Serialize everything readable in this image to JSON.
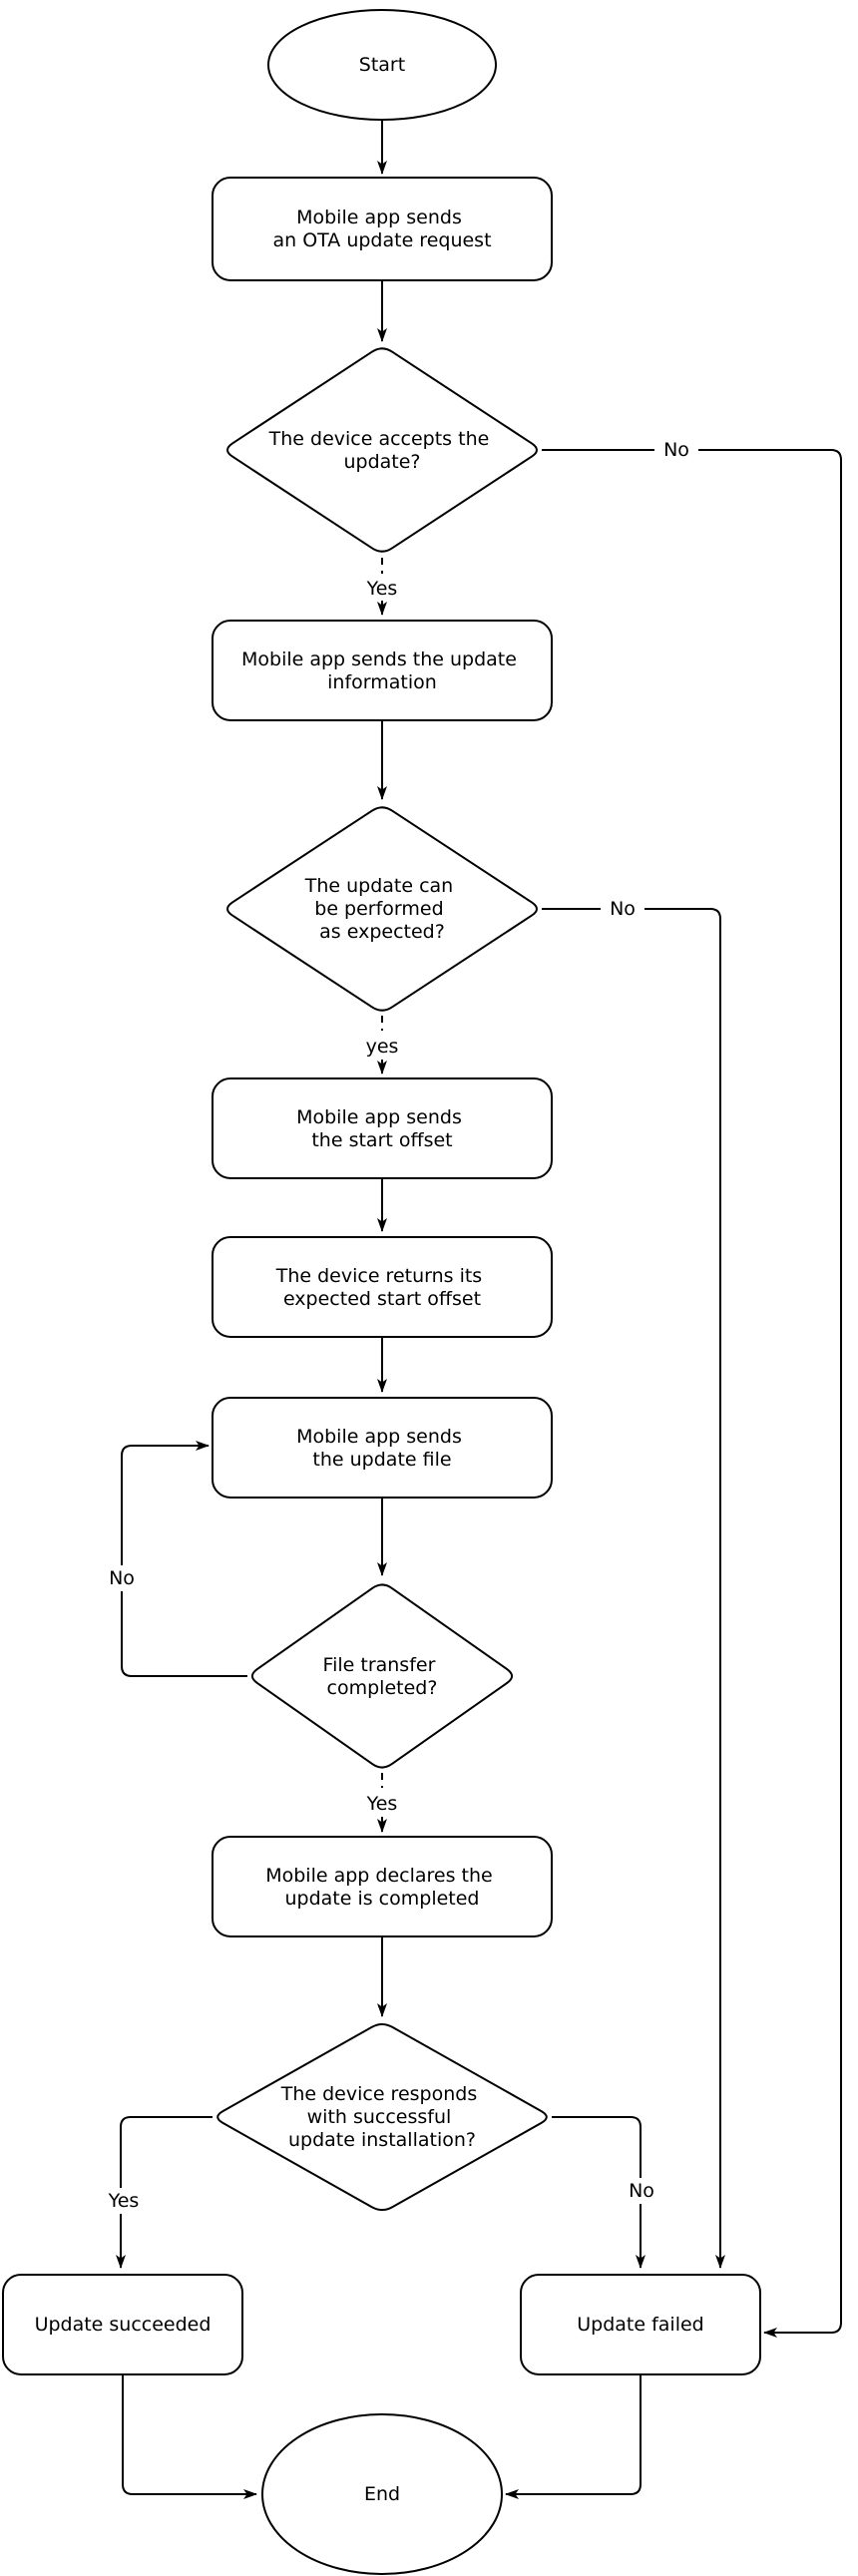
{
  "nodes": {
    "start": {
      "label": "Start"
    },
    "send_request": {
      "lines": [
        "Mobile app sends",
        "an OTA update request"
      ]
    },
    "device_accepts": {
      "lines": [
        "The device accepts the",
        "update?"
      ]
    },
    "send_info": {
      "lines": [
        "Mobile app sends the update",
        "information"
      ]
    },
    "can_perform": {
      "lines": [
        "The update can",
        "be performed",
        "as expected?"
      ]
    },
    "send_offset": {
      "lines": [
        "Mobile app sends",
        "the start offset"
      ]
    },
    "returns_offset": {
      "lines": [
        "The device returns its",
        "expected start offset"
      ]
    },
    "send_file": {
      "lines": [
        "Mobile app sends",
        "the update file"
      ]
    },
    "transfer_done": {
      "lines": [
        "File transfer",
        "completed?"
      ]
    },
    "declare_done": {
      "lines": [
        "Mobile app declares the",
        "update is completed"
      ]
    },
    "responds_ok": {
      "lines": [
        "The device responds",
        "with successful",
        "update installation?"
      ]
    },
    "succeeded": {
      "label": "Update succeeded"
    },
    "failed": {
      "label": "Update failed"
    },
    "end": {
      "label": "End"
    }
  },
  "labels": {
    "accepts_yes": "Yes",
    "accepts_no": "No",
    "perform_yes": "yes",
    "perform_no": "No",
    "transfer_yes": "Yes",
    "transfer_no": "No",
    "responds_yes": "Yes",
    "responds_no": "No"
  },
  "colors": {
    "stroke": "#000000",
    "fill": "#ffffff",
    "background": "#ffffff"
  }
}
